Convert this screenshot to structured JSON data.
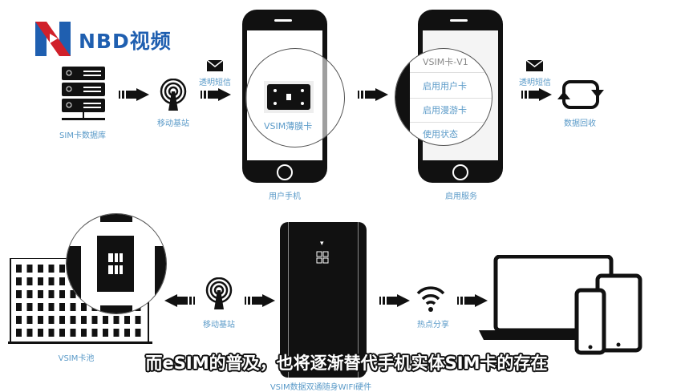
{
  "logo": {
    "text": "NBD视频",
    "brand_colors": [
      "#1f5fb0",
      "#d0202a"
    ]
  },
  "top_row": {
    "sim_database": "SIM卡数据库",
    "base_station": "移动基站",
    "sms_1": "透明短信",
    "vsim_film": "VSIM薄膜卡",
    "user_phone": "用户手机",
    "phone2_menu": [
      "VSIM卡-V1",
      "启用用户卡",
      "启用漫游卡",
      "使用状态"
    ],
    "enable_service": "启用服务",
    "sms_2": "透明短信",
    "data_recovery": "数据回收"
  },
  "bottom_row": {
    "card_pool": "VSIM卡池",
    "base_station": "移动基站",
    "hardware": "VSIM数据双通随身WIFI硬件",
    "hotspot": "热点分享"
  },
  "subtitle": "而eSIM的普及，也将逐渐替代手机实体SIM卡的存在",
  "colors": {
    "label": "#5a9ac8",
    "icon": "#111111"
  }
}
